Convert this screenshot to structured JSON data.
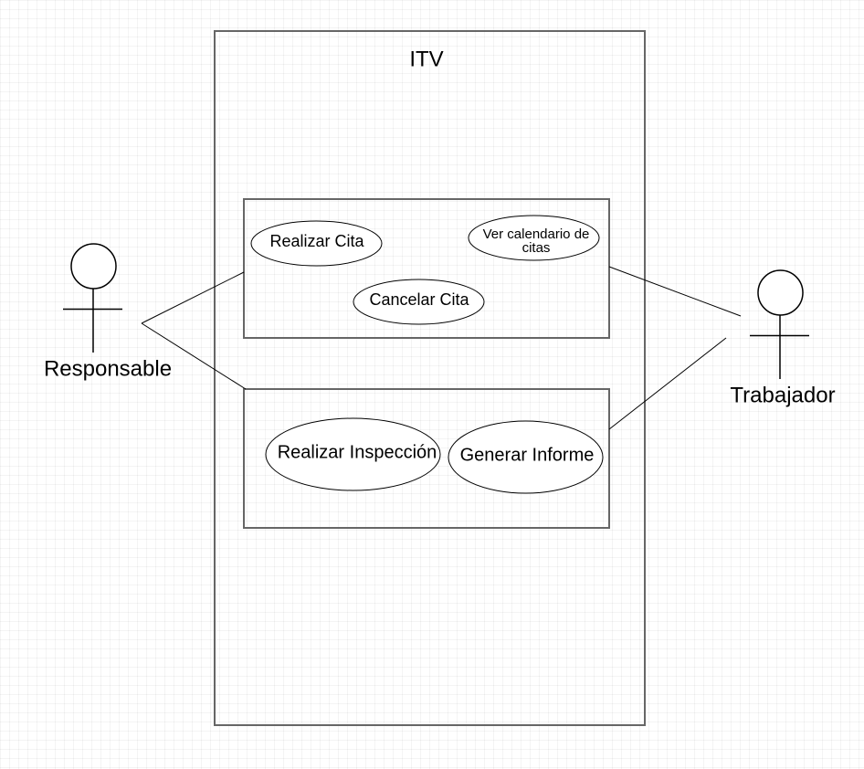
{
  "system": {
    "title": "ITV"
  },
  "actors": {
    "responsable": {
      "name": "Responsable",
      "icon": "stick-figure-icon"
    },
    "trabajador": {
      "name": "Trabajador",
      "icon": "stick-figure-icon"
    }
  },
  "groups": {
    "citas": {
      "use_cases": {
        "realizar_cita": "Realizar Cita",
        "ver_calendario_line1": "Ver calendario de",
        "ver_calendario_line2": "citas",
        "cancelar_cita": "Cancelar Cita"
      }
    },
    "inspeccion": {
      "use_cases": {
        "realizar_inspeccion": "Realizar Inspección",
        "generar_informe": "Generar Informe"
      }
    }
  },
  "colors": {
    "border": "#666666",
    "line": "#000000",
    "grid": "#eeeeee"
  }
}
